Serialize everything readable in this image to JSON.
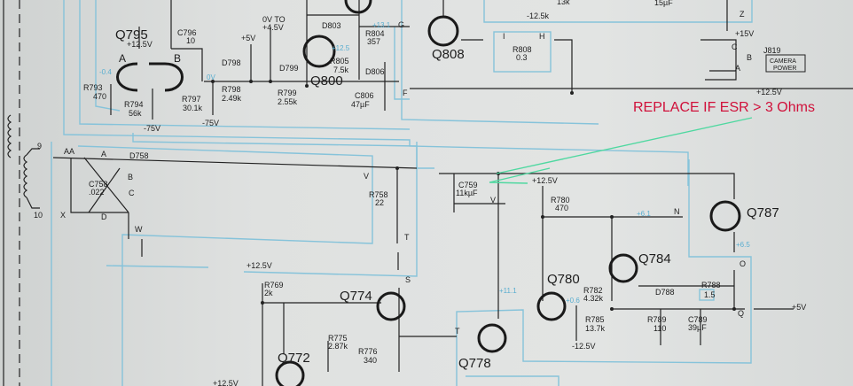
{
  "annotation": {
    "text": "REPLACE   IF ESR > 3 Ohms",
    "color": "#d0103a",
    "pointer_color": "#4fd8a0"
  },
  "top": {
    "q795": "Q795",
    "q795_v": "+12.5V",
    "a": "A",
    "b": "B",
    "v_a": "-0.4",
    "r793": "R793",
    "r793_v": "470",
    "r794": "R794",
    "r794_v": "56k",
    "n75a": "-75V",
    "c796": "C796",
    "c796_v": "10",
    "r797": "R797",
    "r797_v": "30.1k",
    "n75b": "-75V",
    "v0": "0V",
    "r798": "R798",
    "r798_v": "2.49k",
    "p5": "+5V",
    "d798": "D798",
    "ovto": "0V TO",
    "p45": "+4.5V",
    "d799": "D799",
    "r799": "R799",
    "r799_v": "2.55k",
    "d803": "D803",
    "r804": "R804",
    "r804_v": "357",
    "v125": "+12.5",
    "r805": "R805",
    "r805_v": "7.5k",
    "q800": "Q800",
    "d806": "D806",
    "c806": "C806",
    "c806_v": "47µF",
    "v131": "+13.1",
    "g": "G",
    "f": "F",
    "q808": "Q808",
    "r808": "R808",
    "r808_v": "0.3",
    "i": "I",
    "h": "H",
    "k13": "13k",
    "n125k": "-12.5k",
    "uf15": "15µF",
    "z": "Z",
    "p15": "+15V",
    "c": "C",
    "jb": "B",
    "ja": "A",
    "j819": "J819",
    "camera": "CAMERA",
    "power": "POWER",
    "out125": "+12.5V"
  },
  "bottom": {
    "n9": "9",
    "n10": "10",
    "aa": "AA",
    "x": "X",
    "da": "A",
    "d758": "D758",
    "db": "B",
    "c758": "C758",
    "c758_v": ".022",
    "dc": "C",
    "dd": "D",
    "w": "W",
    "r758": "R758",
    "r758_v": "22",
    "v": "V",
    "t": "T",
    "s": "S",
    "p125a": "+12.5V",
    "r769": "R769",
    "r769_v": "2k",
    "q774": "Q774",
    "r775": "R775",
    "r775_v": "2.87k",
    "r776": "R776",
    "r776_v": "340",
    "q772": "Q772",
    "t2": "T",
    "q778": "Q778",
    "v111": "+11.1",
    "p125b": "+12.5V",
    "c759": "C759",
    "c759_v": "11kµF",
    "v2": "V",
    "p125c": "+12.5V",
    "r780": "R780",
    "r780_v": "470",
    "v61": "+6.1",
    "n": "N",
    "q787": "Q787",
    "v65": "+6.5",
    "q784": "Q784",
    "o": "O",
    "q780": "Q780",
    "r782": "R782",
    "r782_v": "4.32k",
    "v06": "+0.6",
    "r785": "R785",
    "r785_v": "13.7k",
    "n125": "-12.5V",
    "r789": "R789",
    "r789_v": "110",
    "c789": "C789",
    "c789_v": "39µF",
    "d788": "D788",
    "r788": "R788",
    "r788_v": "1.5",
    "q": "Q",
    "p5": "+5V"
  }
}
